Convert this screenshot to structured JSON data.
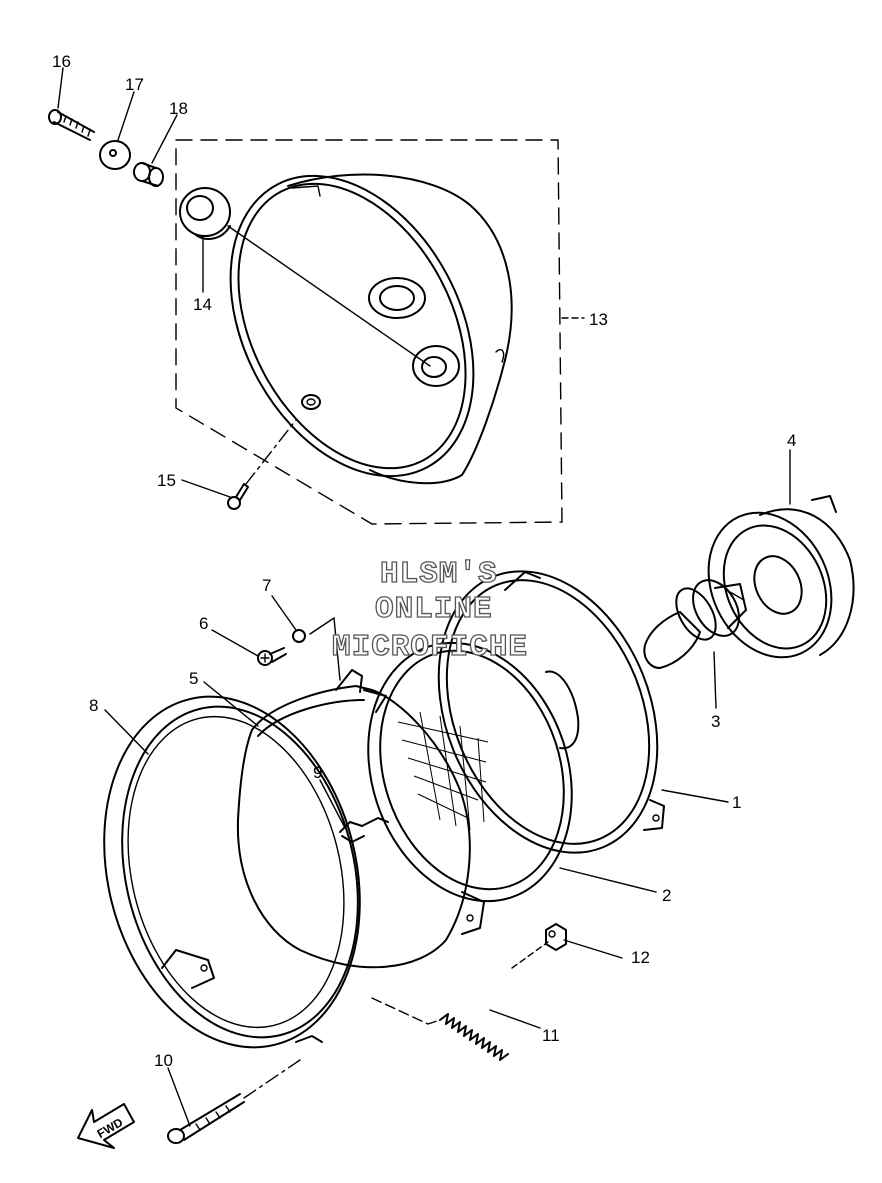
{
  "callouts": [
    {
      "id": "1",
      "text": "1"
    },
    {
      "id": "2",
      "text": "2"
    },
    {
      "id": "3",
      "text": "3"
    },
    {
      "id": "4",
      "text": "4"
    },
    {
      "id": "5",
      "text": "5"
    },
    {
      "id": "6",
      "text": "6"
    },
    {
      "id": "7",
      "text": "7"
    },
    {
      "id": "8",
      "text": "8"
    },
    {
      "id": "9",
      "text": "9"
    },
    {
      "id": "10",
      "text": "10"
    },
    {
      "id": "11",
      "text": "11"
    },
    {
      "id": "12",
      "text": "12"
    },
    {
      "id": "13",
      "text": "13"
    },
    {
      "id": "14",
      "text": "14"
    },
    {
      "id": "15",
      "text": "15"
    },
    {
      "id": "16",
      "text": "16"
    },
    {
      "id": "17",
      "text": "17"
    },
    {
      "id": "18",
      "text": "18"
    }
  ],
  "watermark": {
    "line1": "HLSM'S",
    "line2": "ONLINE",
    "line3": "MICROFICHE"
  },
  "direction_arrow": {
    "label": "FWD",
    "icon": "fwd-arrow-icon"
  },
  "colors": {
    "ink": "#000000",
    "background": "#ffffff",
    "watermark_outline": "#555555"
  }
}
